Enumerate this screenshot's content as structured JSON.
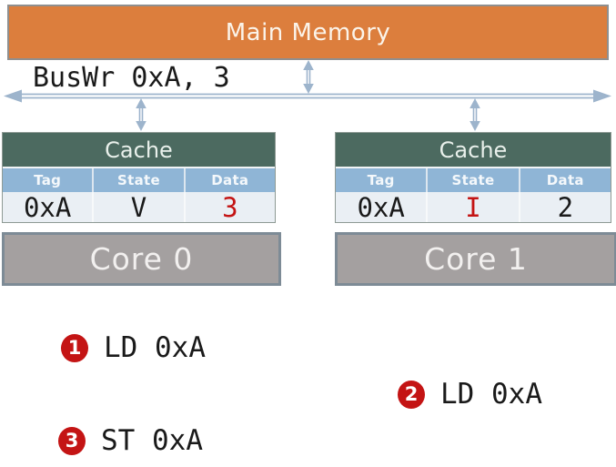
{
  "memory": {
    "label": "Main Memory"
  },
  "bus": {
    "transaction_label": "BusWr 0xA, 3"
  },
  "caches": [
    {
      "header": "Cache",
      "columns": [
        "Tag",
        "State",
        "Data"
      ],
      "row": {
        "tag": "0xA",
        "state": "V",
        "data": "3"
      },
      "highlighted_cell": "data"
    },
    {
      "header": "Cache",
      "columns": [
        "Tag",
        "State",
        "Data"
      ],
      "row": {
        "tag": "0xA",
        "state": "I",
        "data": "2"
      },
      "highlighted_cell": "state"
    }
  ],
  "cores": [
    {
      "label": "Core 0"
    },
    {
      "label": "Core 1"
    }
  ],
  "events": [
    {
      "num": "1",
      "label": "LD 0xA"
    },
    {
      "num": "2",
      "label": "LD 0xA"
    },
    {
      "num": "3",
      "label": "ST 0xA"
    }
  ],
  "colors": {
    "memory-orange": "#DC7E3D",
    "memory-border": "#8F8F8F",
    "cache-header-green": "#4C6A60",
    "col-header-blue": "#8FB5D6",
    "row-bg": "#EAEFF4",
    "core-gray": "#A4A0A0",
    "core-border": "#7D8B96",
    "accent-red": "#C41414",
    "arrow-blue": "#9DB4CC",
    "text-dark": "#1A1A1A"
  }
}
